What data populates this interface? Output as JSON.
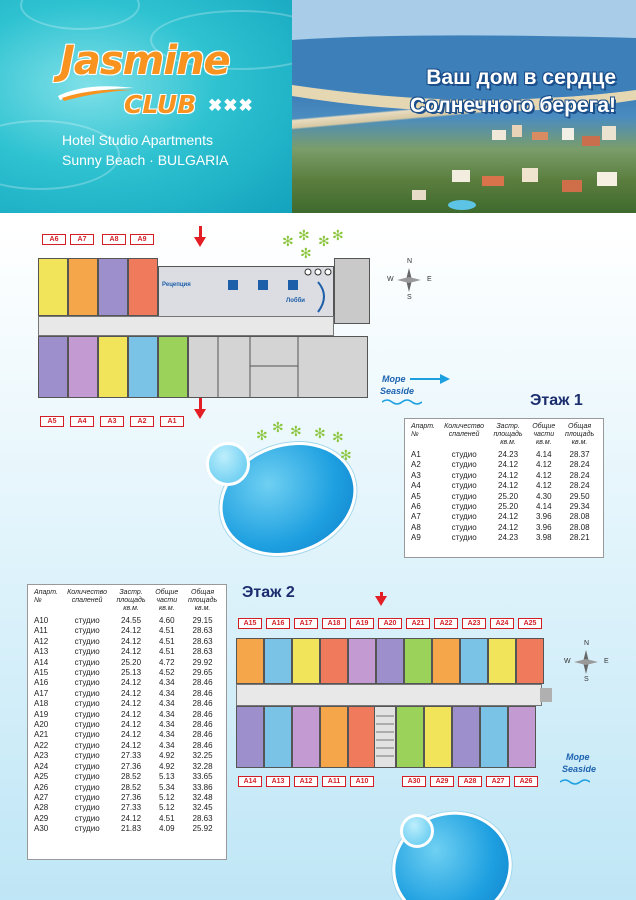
{
  "header": {
    "logo_jasmine": "Jasmine",
    "logo_club": "CLUB",
    "logo_stars": "✖✖✖",
    "line1": "Hotel Studio Apartments",
    "line2": "Sunny Beach · BULGARIA",
    "slogan1": "Ваш дом в сердце",
    "slogan2": "Солнечного берега!"
  },
  "floor1": {
    "title": "Этаж 1",
    "top_tags": [
      "A6",
      "A7",
      "A8",
      "A9"
    ],
    "bottom_tags": [
      "A5",
      "A4",
      "A3",
      "A2",
      "A1"
    ],
    "reception": "Рецепция",
    "lobby": "Лобби",
    "sea1": "Море",
    "sea2": "Seaside",
    "compass": {
      "n": "N",
      "s": "S",
      "w": "W",
      "e": "E"
    },
    "table": {
      "headers": [
        "Апарт. №",
        "Количество спаленей",
        "Застр. площадь кв.м.",
        "Общие части кв.м.",
        "Общая площадь кв.м."
      ],
      "rows": [
        [
          "A1",
          "студио",
          "24.23",
          "4.14",
          "28.37"
        ],
        [
          "A2",
          "студио",
          "24.12",
          "4.12",
          "28.24"
        ],
        [
          "A3",
          "студио",
          "24.12",
          "4.12",
          "28.24"
        ],
        [
          "A4",
          "студио",
          "24.12",
          "4.12",
          "28.24"
        ],
        [
          "A5",
          "студио",
          "25.20",
          "4.30",
          "29.50"
        ],
        [
          "A6",
          "студио",
          "25.20",
          "4.14",
          "29.34"
        ],
        [
          "A7",
          "студио",
          "24.12",
          "3.96",
          "28.08"
        ],
        [
          "A8",
          "студио",
          "24.12",
          "3.96",
          "28.08"
        ],
        [
          "A9",
          "студио",
          "24.23",
          "3.98",
          "28.21"
        ]
      ]
    }
  },
  "floor2": {
    "title": "Этаж 2",
    "top_tags": [
      "A15",
      "A16",
      "A17",
      "A18",
      "A19",
      "A20",
      "A21",
      "A22",
      "A23",
      "A24",
      "A25"
    ],
    "bottom_tags": [
      "A14",
      "A13",
      "A12",
      "A11",
      "A10",
      "A30",
      "A29",
      "A28",
      "A27",
      "A26"
    ],
    "sea1": "Море",
    "sea2": "Seaside",
    "compass": {
      "n": "N",
      "s": "S",
      "w": "W",
      "e": "E"
    },
    "table": {
      "headers": [
        "Апарт. №",
        "Количество спаленей",
        "Застр. площадь кв.м.",
        "Общие части кв.м.",
        "Общая площадь кв.м."
      ],
      "rows": [
        [
          "A10",
          "студио",
          "24.55",
          "4.60",
          "29.15"
        ],
        [
          "A11",
          "студио",
          "24.12",
          "4.51",
          "28.63"
        ],
        [
          "A12",
          "студио",
          "24.12",
          "4.51",
          "28.63"
        ],
        [
          "A13",
          "студио",
          "24.12",
          "4.51",
          "28.63"
        ],
        [
          "A14",
          "студио",
          "25.20",
          "4.72",
          "29.92"
        ],
        [
          "A15",
          "студио",
          "25.13",
          "4.52",
          "29.65"
        ],
        [
          "A16",
          "студио",
          "24.12",
          "4.34",
          "28.46"
        ],
        [
          "A17",
          "студио",
          "24.12",
          "4.34",
          "28.46"
        ],
        [
          "A18",
          "студио",
          "24.12",
          "4.34",
          "28.46"
        ],
        [
          "A19",
          "студио",
          "24.12",
          "4.34",
          "28.46"
        ],
        [
          "A20",
          "студио",
          "24.12",
          "4.34",
          "28.46"
        ],
        [
          "A21",
          "студио",
          "24.12",
          "4.34",
          "28.46"
        ],
        [
          "A22",
          "студио",
          "24.12",
          "4.34",
          "28.46"
        ],
        [
          "A23",
          "студио",
          "27.33",
          "4.92",
          "32.25"
        ],
        [
          "A24",
          "студио",
          "27.36",
          "4.92",
          "32.28"
        ],
        [
          "A25",
          "студио",
          "28.52",
          "5.13",
          "33.65"
        ],
        [
          "A26",
          "студио",
          "28.52",
          "5.34",
          "33.86"
        ],
        [
          "A27",
          "студио",
          "27.36",
          "5.12",
          "32.48"
        ],
        [
          "A28",
          "студио",
          "27.33",
          "5.12",
          "32.45"
        ],
        [
          "A29",
          "студио",
          "24.12",
          "4.51",
          "28.63"
        ],
        [
          "A30",
          "студио",
          "21.83",
          "4.09",
          "25.92"
        ]
      ]
    }
  },
  "colors": {
    "tag_red": "#d21f26",
    "logo_orange": "#f7931e",
    "apt_colors": [
      "#f1e35a",
      "#f5a54a",
      "#9d8fcb",
      "#f07a5c",
      "#7bc3e6",
      "#9bd35a",
      "#c49ad3"
    ]
  }
}
